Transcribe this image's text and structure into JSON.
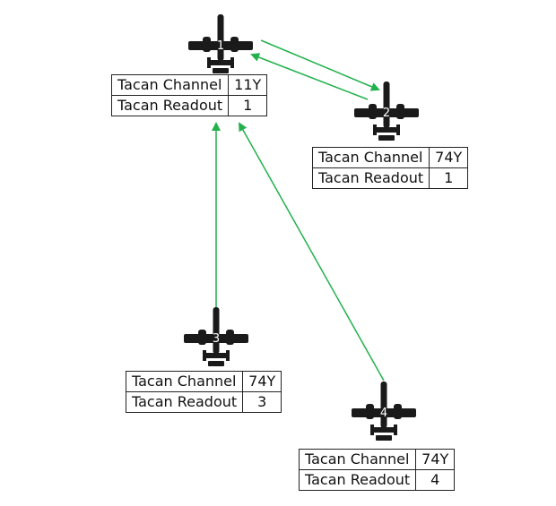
{
  "link_color": "#22b14c",
  "aircraft": [
    {
      "number": "1",
      "channel_label": "Tacan Channel",
      "channel": "11Y",
      "readout_label": "Tacan Readout",
      "readout": "1"
    },
    {
      "number": "2",
      "channel_label": "Tacan Channel",
      "channel": "74Y",
      "readout_label": "Tacan Readout",
      "readout": "1"
    },
    {
      "number": "3",
      "channel_label": "Tacan Channel",
      "channel": "74Y",
      "readout_label": "Tacan Readout",
      "readout": "3"
    },
    {
      "number": "4",
      "channel_label": "Tacan Channel",
      "channel": "74Y",
      "readout_label": "Tacan Readout",
      "readout": "4"
    }
  ]
}
